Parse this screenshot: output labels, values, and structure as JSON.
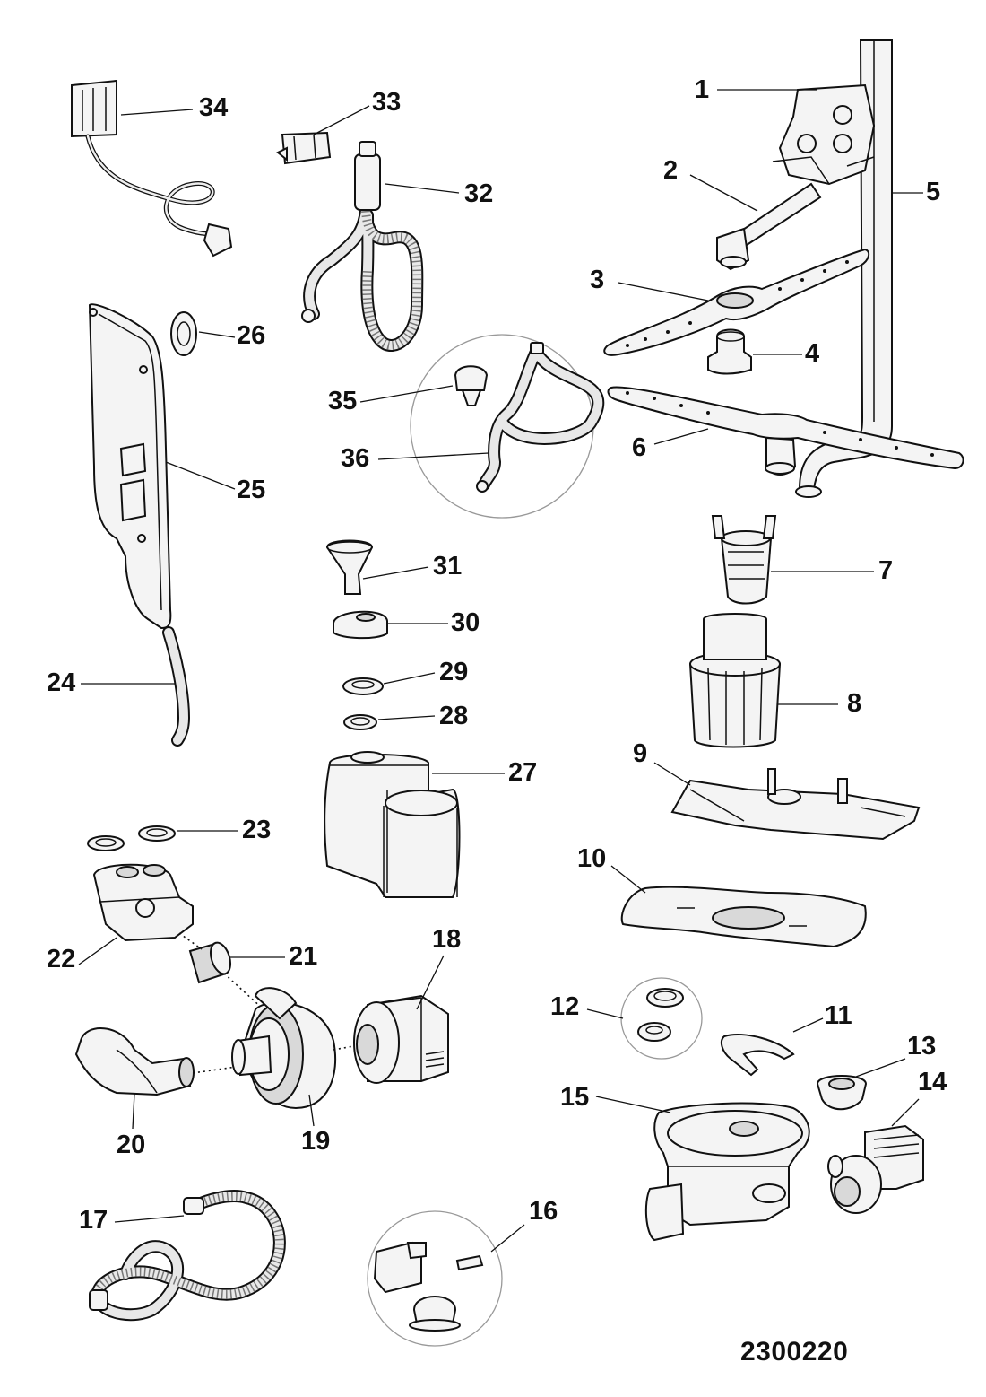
{
  "drawing_number": "2300220",
  "callouts": [
    "1",
    "2",
    "3",
    "4",
    "5",
    "6",
    "7",
    "8",
    "9",
    "10",
    "11",
    "12",
    "13",
    "14",
    "15",
    "16",
    "17",
    "18",
    "19",
    "20",
    "21",
    "22",
    "23",
    "24",
    "25",
    "26",
    "27",
    "28",
    "29",
    "30",
    "31",
    "32",
    "33",
    "34",
    "35",
    "36"
  ]
}
